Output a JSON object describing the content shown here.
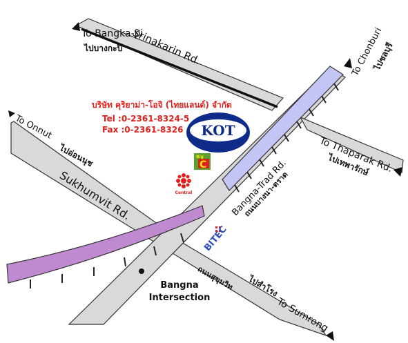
{
  "roads": {
    "srinakarin": "Srinakarin Rd.",
    "sukhumvit": "Sukhumvit Rd.",
    "bangna_trad_en": "Bangna-Trad Rd.",
    "bangna_trad_th": "ถนนบางนา-ตราด",
    "sukhumvit_th": "ถนนสุขุมวิท"
  },
  "directions": {
    "bangkapi_en": "To Bangka-pi",
    "bangkapi_th": "ไปบางกะปิ",
    "chonburi_en": "To Chonburi",
    "chonburi_th": "ไปชลบุรี",
    "onnut_en": "To Onnut",
    "onnut_th": "ไปอ่อนนุช",
    "thaparak_en": "To Thaparak Rd.",
    "thaparak_th": "ไปเทพารักษ์",
    "sumrong_en": "To Sumrong",
    "sumrong_th": "ไปสำโรง"
  },
  "company": {
    "name_th": "บริษัท คุริยาม่า-โอจิ (ไทยแลนด์) จำกัด",
    "tel": "Tel :0-2361-8324-5",
    "fax": "Fax :0-2361-8326",
    "logo": "KOT"
  },
  "landmarks": {
    "bigc_top": "Big",
    "bigc_letter": "C",
    "central": "Central",
    "bitec": "BITEC",
    "intersection": "Bangna Intersection"
  },
  "colors": {
    "road": "#d9d9d9",
    "road_edge": "#333333",
    "expressway_purple": "#c08ad0",
    "expressway_blue": "#c3c6f4",
    "kot_blue": "#0e2b8c",
    "company_red": "#e0201c",
    "bigc_green": "#5aa02c",
    "central_red": "#e0201c",
    "bitec_blue": "#2d4fb4"
  }
}
